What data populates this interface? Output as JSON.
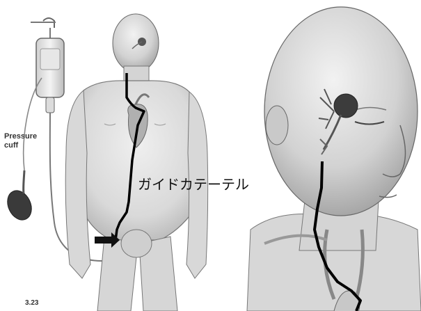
{
  "labels": {
    "pressure_cuff_line1": "Pressure",
    "pressure_cuff_line2": "cuff",
    "guide_catheter": "ガイドカテーテル",
    "figure_number": "3.23"
  },
  "colors": {
    "catheter": "#000000",
    "skin_fill": "#e6e6e6",
    "skin_shade": "#bdbdbd",
    "outline": "#555555",
    "background": "#ffffff"
  }
}
